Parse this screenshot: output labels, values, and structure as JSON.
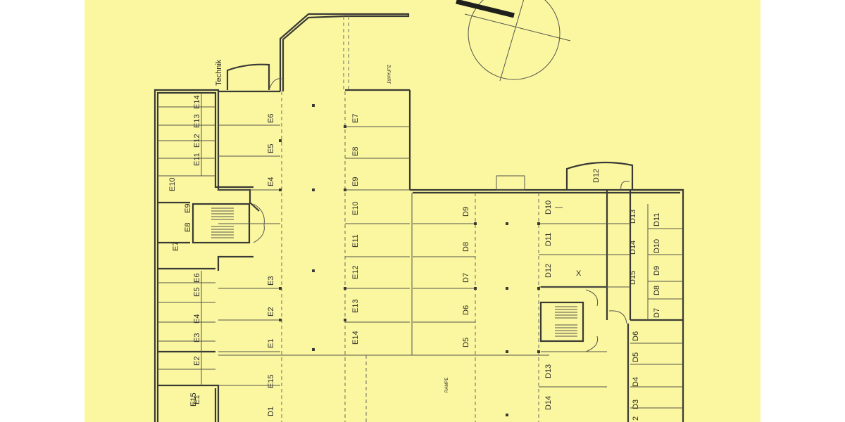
{
  "colors": {
    "paper": "#fbf7a1",
    "ink": "#3a3a34"
  },
  "labels": {
    "technik": "Technik",
    "zufahrt": "ZUFAHRT",
    "rampe": "RAMPE"
  },
  "left_wing": [
    "E14",
    "E13",
    "E12",
    "E11",
    "E10",
    "E9",
    "E8",
    "E7",
    "E6",
    "E5",
    "E4",
    "E3",
    "E2",
    "E1",
    "E15"
  ],
  "center_left": [
    "E6",
    "E5",
    "E4",
    "E3",
    "E2",
    "E1",
    "E15",
    "D1"
  ],
  "center_right": [
    "E7",
    "E8",
    "E9",
    "E10",
    "E11",
    "E12",
    "E13",
    "E14"
  ],
  "middle_block": [
    "D9",
    "D8",
    "D7",
    "D6",
    "D5"
  ],
  "right_center": [
    "D10",
    "D11",
    "D12",
    "D13",
    "D14"
  ],
  "right_inner": [
    "D12",
    "D13",
    "D14",
    "D15"
  ],
  "right_outer": [
    "D11",
    "D10",
    "D9",
    "D8",
    "D7",
    "D6",
    "D5",
    "D4",
    "D3",
    "2"
  ],
  "marks": {
    "cross": "X",
    "dash": "—"
  }
}
